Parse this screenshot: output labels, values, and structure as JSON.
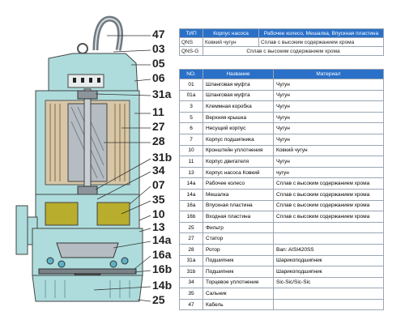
{
  "callouts": [
    "47",
    "03",
    "05",
    "06",
    "31a",
    "11",
    "27",
    "28",
    "31b",
    "34",
    "07",
    "35",
    "10",
    "13",
    "14a",
    "16a",
    "16b",
    "14b",
    "25"
  ],
  "type_table": {
    "headers": [
      "ТИП",
      "Корпус насоса",
      "Рабочее колесо, Мешалка, Впускная пластина"
    ],
    "rows": [
      {
        "type": "QNS",
        "body": "Ковкий чугун",
        "impeller": "Сплав с высоким содержанием хрома"
      },
      {
        "type": "QNS-G",
        "merged": "Сплав с высоким содержанием хрома"
      }
    ]
  },
  "parts_table": {
    "headers": [
      "NO.",
      "Название",
      "Материал"
    ],
    "rows": [
      {
        "no": "01",
        "name": "Шланговая муфта",
        "material": "Чугун"
      },
      {
        "no": "01a",
        "name": "Шланговая муфта",
        "material": "Чугун"
      },
      {
        "no": "3",
        "name": "Клеммная коробка",
        "material": "Чугун"
      },
      {
        "no": "5",
        "name": "Верхняя крышка",
        "material": "Чугун"
      },
      {
        "no": "6",
        "name": "Несущий корпус",
        "material": "Чугун"
      },
      {
        "no": "7",
        "name": "Корпус подшипника",
        "material": "Чугун"
      },
      {
        "no": "10",
        "name": "Кронштейн уплотнения",
        "material": "Ковкий чугун"
      },
      {
        "no": "11",
        "name": "Корпус двигателя",
        "material": "Чугун"
      },
      {
        "no": "13",
        "name": "Корпус насоса Ковкий",
        "material": "чугун"
      },
      {
        "no": "14a",
        "name": "Рабочее колесо",
        "material": "Сплав с высоким содержанием хрома"
      },
      {
        "no": "14a",
        "name": "Мешалка",
        "material": "Сплав с высоким содержанием хрома"
      },
      {
        "no": "16a",
        "name": "Впускная пластина",
        "material": "Сплав с высоким содержанием хрома"
      },
      {
        "no": "16b",
        "name": "Входная пластина",
        "material": "Сплав с высоким содержанием хрома"
      },
      {
        "no": "25",
        "name": "Фильтр",
        "material": ""
      },
      {
        "no": "27",
        "name": "Статор",
        "material": ""
      },
      {
        "no": "28",
        "name": "Ротор",
        "material": "Ban: AISI420SS"
      },
      {
        "no": "31a",
        "name": "Подшипник",
        "material": "Шарикоподшипник"
      },
      {
        "no": "31b",
        "name": "Подшипник",
        "material": "Шарикоподшипник"
      },
      {
        "no": "34",
        "name": "Торцевое уплотнение",
        "material": "Sic-Sic/Sic-Sic"
      },
      {
        "no": "35",
        "name": "Сальник",
        "material": ""
      },
      {
        "no": "47",
        "name": "Кабель",
        "material": ""
      }
    ]
  },
  "colors": {
    "header_blue": "#2a70c8",
    "pump_body": "#aedcdc",
    "oil": "#b8ad2c",
    "steel": "#c9d0d4"
  }
}
